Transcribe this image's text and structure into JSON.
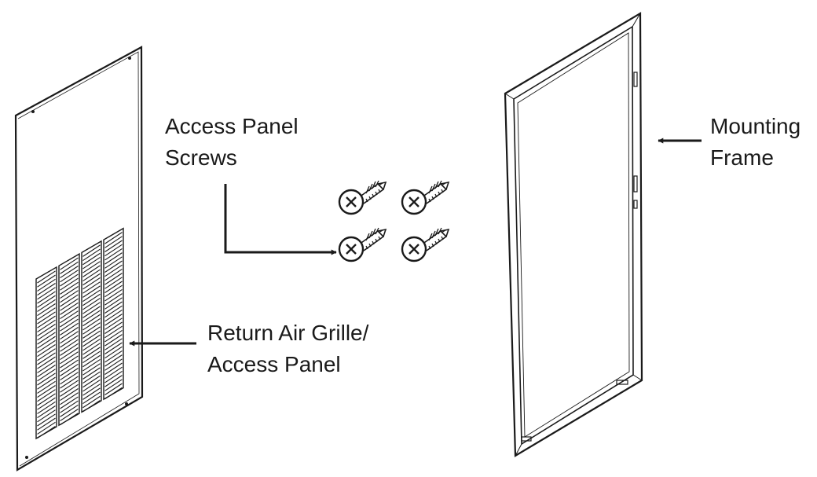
{
  "labels": {
    "screws": [
      "Access Panel",
      "Screws"
    ],
    "grille": [
      "Return Air Grille/",
      "Access Panel"
    ],
    "frame": [
      "Mounting",
      "Frame"
    ]
  },
  "colors": {
    "ink": "#1a1a1a",
    "background": "#ffffff"
  }
}
